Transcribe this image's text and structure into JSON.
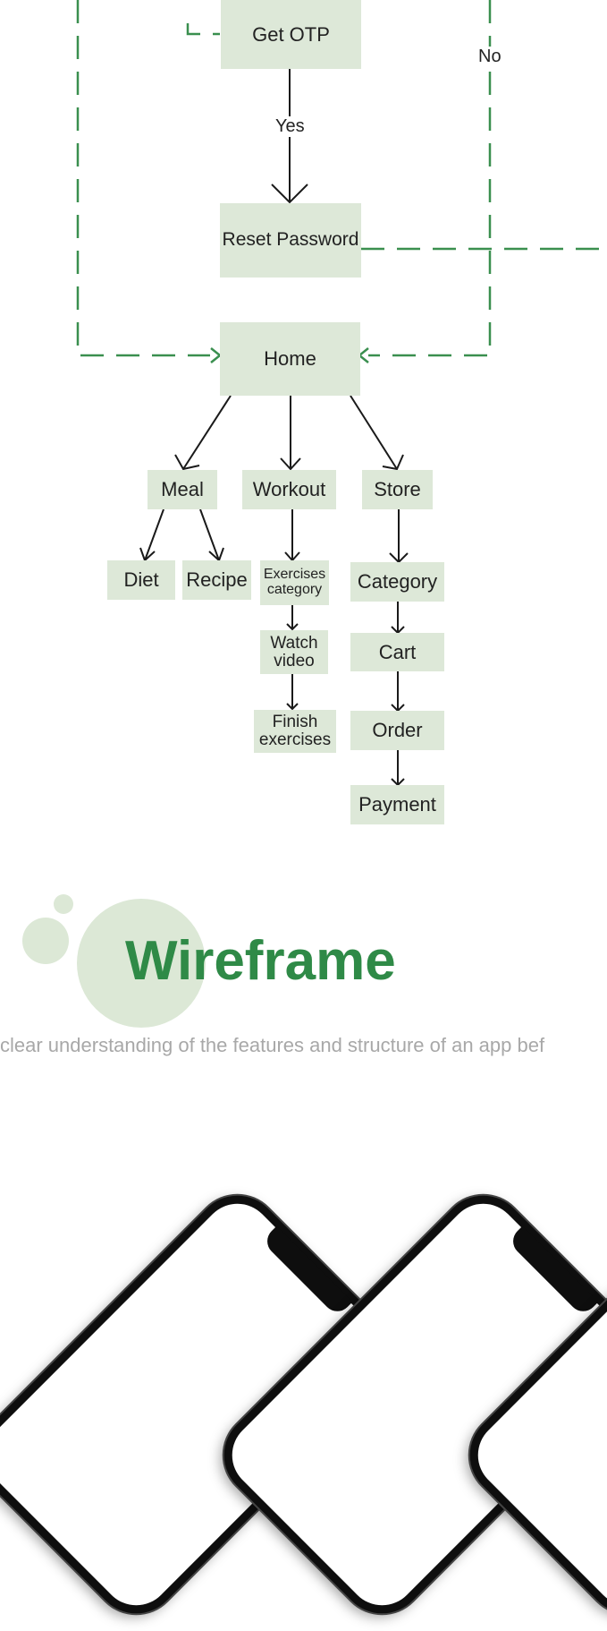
{
  "colors": {
    "node_fill": "#dde8d8",
    "accent_green": "#2f8a47",
    "dash_green": "#3a8f4f",
    "arrow": "#1a1a1a"
  },
  "flowchart": {
    "nodes": {
      "get_otp": "Get OTP",
      "reset_password": "Reset Password",
      "home": "Home",
      "meal": "Meal",
      "workout": "Workout",
      "store": "Store",
      "diet": "Diet",
      "recipe": "Recipe",
      "exercises_category_1": "Exercises",
      "exercises_category_2": "category",
      "watch_video_1": "Watch",
      "watch_video_2": "video",
      "finish_exercises_1": "Finish",
      "finish_exercises_2": "exercises",
      "category": "Category",
      "cart": "Cart",
      "order": "Order",
      "payment": "Payment"
    },
    "edge_labels": {
      "yes": "Yes",
      "no": "No"
    }
  },
  "section": {
    "title": "Wireframe",
    "subtitle": "clear understanding of the features and structure of an app bef"
  }
}
